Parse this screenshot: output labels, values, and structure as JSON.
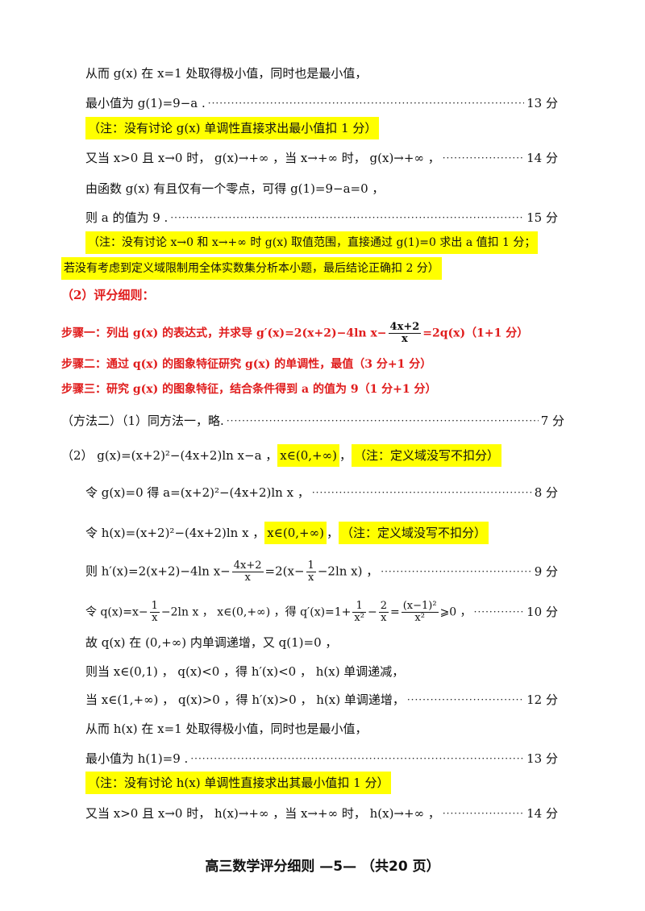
{
  "lines": [
    {
      "text": "从而 g(x) 在 x=1 处取得极小值，同时也是最小值，"
    },
    {
      "text": "最小值为 g(1)=9−a .",
      "score": "13 分"
    },
    {
      "text": "（注：没有讨论 g(x) 单调性直接求出最小值扣 1 分）"
    },
    {
      "text": "又当 x>0 且 x→0 时， g(x)→+∞ ，当 x→+∞ 时， g(x)→+∞ ，",
      "score": "14 分"
    },
    {
      "text": "由函数 g(x) 有且仅有一个零点，可得 g(1)=9−a=0 ，"
    },
    {
      "text": "则 a 的值为 9 .",
      "score": "15 分"
    },
    {
      "text": "（注：没有讨论 x→0 和 x→+∞ 时 g(x) 取值范围，直接通过 g(1)=0 求出 a 值扣 1 分；"
    },
    {
      "text": "若没有考虑到定义域限制用全体实数集分析本小题，最后结论正确扣 2 分）"
    },
    {
      "text": "（2）评分细则："
    },
    {
      "text_a": "步骤一：列出 g(x) 的表达式，并求导 g′(x)=2(x+2)−4ln x−",
      "num": "4x+2",
      "den": "x",
      "text_b": "=2q(x)（1+1 分）"
    },
    {
      "text": "步骤二：通过 q(x) 的图象特征研究 g(x) 的单调性，最值（3 分+1 分）"
    },
    {
      "text": "步骤三：研究 g(x) 的图象特征，结合条件得到 a 的值为 9（1 分+1 分）"
    },
    {
      "text": "（方法二）（1）同方法一，略.",
      "score": "7 分"
    },
    {
      "text_a": "（2） g(x)=(x+2)²−(4x+2)ln x−a ，",
      "hl1": "x∈(0,+∞)",
      "sep": "，",
      "hl2": "（注：定义域没写不扣分）"
    },
    {
      "text": "令 g(x)=0 得 a=(x+2)²−(4x+2)ln x ，",
      "score": "8 分"
    },
    {
      "text_a": "令 h(x)=(x+2)²−(4x+2)ln x ，",
      "hl1": "x∈(0,+∞)",
      "sep": "，",
      "hl2": "（注：定义域没写不扣分）"
    },
    {
      "text_a": "则 h′(x)=2(x+2)−4ln x−",
      "num": "4x+2",
      "den": "x",
      "text_b": "=2(x−",
      "num2": "1",
      "den2": "x",
      "text_c": "−2ln x) ，",
      "score": "9 分"
    },
    {
      "text_a": "令 q(x)=x−",
      "num": "1",
      "den": "x",
      "text_b": "−2ln x ， x∈(0,+∞) ，得 q′(x)=1+",
      "num2": "1",
      "den2": "x²",
      "text_c": "−",
      "num3": "2",
      "den3": "x",
      "text_d": "=",
      "num4": "(x−1)²",
      "den4": "x²",
      "text_e": "⩾0 ，",
      "score": "10 分"
    },
    {
      "text": "故 q(x) 在 (0,+∞) 内单调递增，又 q(1)=0 ，"
    },
    {
      "text": "则当 x∈(0,1) ， q(x)<0 ，得 h′(x)<0 ， h(x) 单调递减，"
    },
    {
      "text": "当 x∈(1,+∞) ， q(x)>0 ，得 h′(x)>0 ， h(x) 单调递增，",
      "score": "12 分"
    },
    {
      "text": "从而 h(x) 在 x=1 处取得极小值，同时也是最小值，"
    },
    {
      "text": "最小值为 h(1)=9 .",
      "score": "13 分"
    },
    {
      "text": "（注：没有讨论 h(x) 单调性直接求出其最小值扣 1 分）"
    },
    {
      "text": "又当 x>0 且 x→0 时， h(x)→+∞ ，当 x→+∞ 时， h(x)→+∞ ，",
      "score": "14 分"
    }
  ],
  "footer": "高三数学评分细则 —5— （共20 页）",
  "colors": {
    "highlight": "#ffff00",
    "red": "#e01c1c"
  }
}
